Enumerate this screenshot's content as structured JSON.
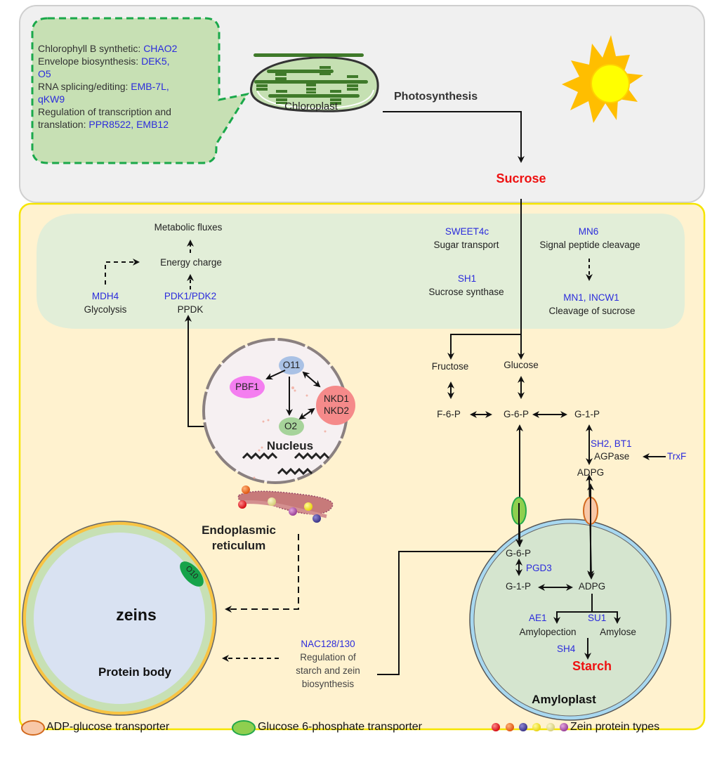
{
  "top_panel": {
    "callout": {
      "lines": [
        {
          "label": "Chlorophyll B  synthetic: ",
          "genes": "CHAO2"
        },
        {
          "label": "Envelope  biosynthesis: ",
          "genes": "DEK5,"
        },
        {
          "label": "",
          "genes": "O5"
        },
        {
          "label": "RNA splicing/editing: ",
          "genes": "EMB-7L,"
        },
        {
          "label": "",
          "genes": "qKW9"
        },
        {
          "label": "Regulation  of transcription and",
          "genes": ""
        },
        {
          "label": "translation: ",
          "genes": "PPR8522,  EMB12"
        }
      ]
    },
    "chloroplast_label": "Chloroplast",
    "photosynthesis_label": "Photosynthesis",
    "sucrose_label": "Sucrose",
    "sun_icon": "sun-icon"
  },
  "green_band": {
    "metabolic_fluxes": "Metabolic  fluxes",
    "energy_charge": "Energy charge",
    "mdh4_gene": "MDH4",
    "glycolysis": "Glycolysis",
    "pdk_gene": "PDK1/PDK2",
    "ppdk": "PPDK",
    "sweet_gene": "SWEET4c",
    "sugar_transport": "Sugar transport",
    "sh1_gene": "SH1",
    "sucrose_synthase": "Sucrose synthase",
    "mn6_gene": "MN6",
    "signal_peptide": "Signal peptide  cleavage",
    "mn1_gene": "MN1,  INCW1",
    "cleavage_sucrose": "Cleavage  of sucrose"
  },
  "nucleus": {
    "o11": "O11",
    "pbf1": "PBF1",
    "nkd1": "NKD1",
    "nkd2": "NKD2",
    "o2": "O2",
    "label": "Nucleus"
  },
  "er_label_1": "Endoplasmic",
  "er_label_2": "reticulum",
  "protein_body": {
    "o10": "O10",
    "zeins": "zeins",
    "label": "Protein body"
  },
  "nac": {
    "gene": "NAC128/130",
    "line1": "Regulation  of",
    "line2": "starch and zein",
    "line3": "biosynthesis"
  },
  "cytosol": {
    "fructose": "Fructose",
    "glucose": "Glucose",
    "f6p": "F-6-P",
    "g6p": "G-6-P",
    "g1p": "G-1-P",
    "sh2_bt1": "SH2,  BT1",
    "agpase": "AGPase",
    "trxf": "TrxF",
    "adpg": "ADPG"
  },
  "amyloplast": {
    "g6p": "G-6-P",
    "pgd3": "PGD3",
    "g1p": "G-1-P",
    "adpg": "ADPG",
    "ae1": "AE1",
    "su1": "SU1",
    "amylopection": "Amylopection",
    "amylose": "Amylose",
    "sh4": "SH4",
    "starch": "Starch",
    "label": "Amyloplast"
  },
  "legend": {
    "adp_transporter": "ADP-glucose transporter",
    "g6p_transporter": "Glucose 6-phosphate transporter",
    "zein_types": "Zein protein types",
    "zein_colors": [
      "#e8141c",
      "#f06a1e",
      "#4b4296",
      "#f4e419",
      "#e6e08a",
      "#b45cb0"
    ]
  },
  "colors": {
    "gene_blue": "#2b2bdc",
    "highlight_red": "#ee1111",
    "top_bg": "#f0f0f0",
    "cell_bg": "#fff2cf",
    "band_bg": "#e2eed8"
  }
}
